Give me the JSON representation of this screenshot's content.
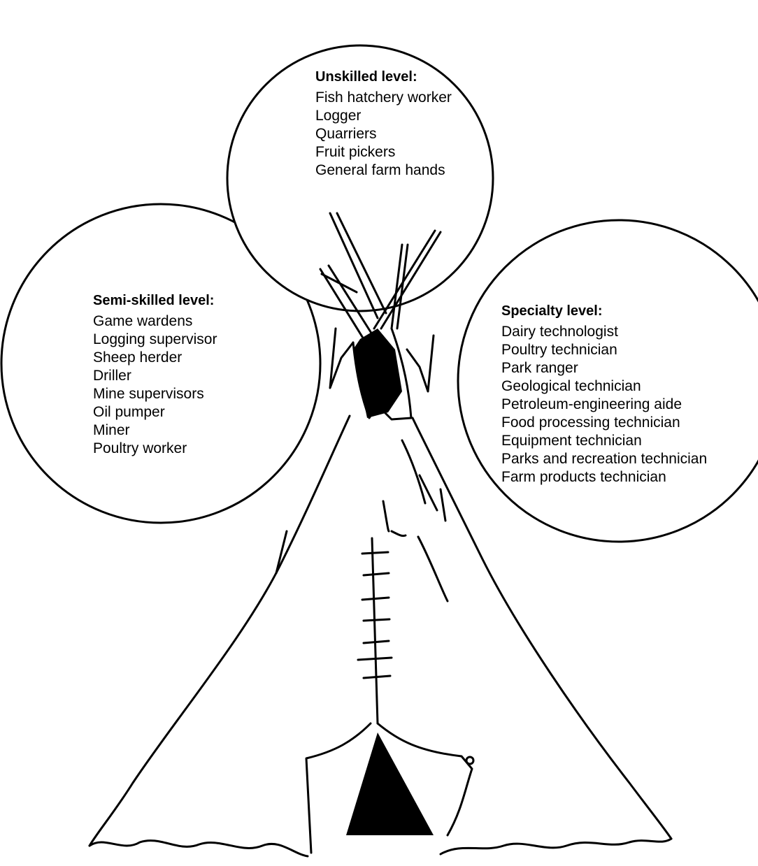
{
  "diagram": {
    "unskilled": {
      "heading": "Unskilled level:",
      "items": [
        "Fish hatchery worker",
        "Logger",
        "Quarriers",
        "Fruit pickers",
        "General farm hands"
      ]
    },
    "semi_skilled": {
      "heading": "Semi-skilled level:",
      "items": [
        "Game wardens",
        "Logging supervisor",
        "Sheep herder",
        "Driller",
        "Mine supervisors",
        "Oil pumper",
        "Miner",
        "Poultry worker"
      ]
    },
    "specialty": {
      "heading": "Specialty level:",
      "items": [
        "Dairy technologist",
        "Poultry technician",
        "Park ranger",
        "Geological technician",
        "Petroleum-engineering aide",
        "Food processing technician",
        "Equipment technician",
        "Parks and recreation technician",
        "Farm products technician"
      ]
    }
  },
  "colors": {
    "ink": "#000000",
    "paper": "#ffffff"
  }
}
